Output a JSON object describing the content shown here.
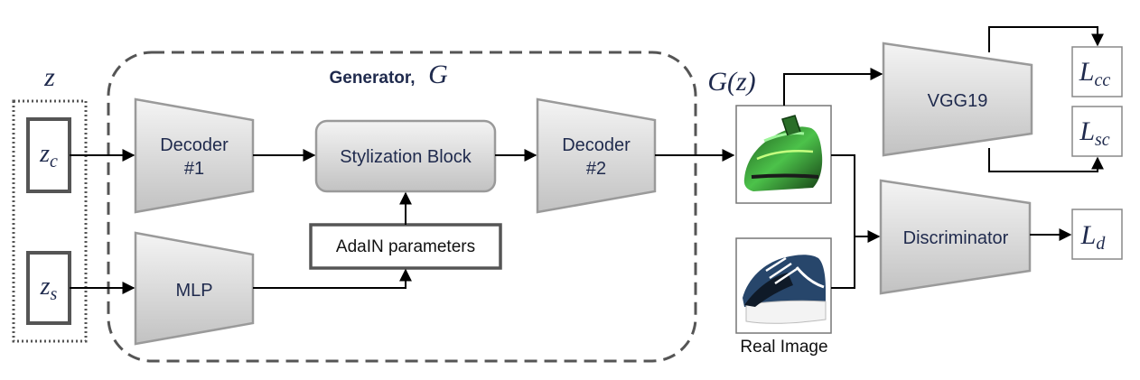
{
  "latent": {
    "z": "z",
    "zc_base": "z",
    "zc_sub": "c",
    "zs_base": "z",
    "zs_sub": "s"
  },
  "generator": {
    "title_bold": "Generator",
    "title_comma": ",",
    "title_symbol": "G"
  },
  "blocks": {
    "decoder1_line1": "Decoder",
    "decoder1_line2": "#1",
    "mlp": "MLP",
    "stylization": "Stylization Block",
    "adain": "AdaIN parameters",
    "decoder2_line1": "Decoder",
    "decoder2_line2": "#2",
    "vgg": "VGG19",
    "discriminator": "Discriminator"
  },
  "output": {
    "gz": "G(z)",
    "real_image_label": "Real Image"
  },
  "losses": {
    "lcc_base": "L",
    "lcc_sub": "cc",
    "lsc_base": "L",
    "lsc_sub": "sc",
    "ld_base": "L",
    "ld_sub": "d"
  },
  "colors": {
    "block_fill_top": "#f2f2f2",
    "block_fill_bottom": "#c4c4c4",
    "block_stroke": "#9a9a9a",
    "text": "#1f2a4d",
    "line": "#000000",
    "dashed": "#555555",
    "shoe_generated": "#3fae3a",
    "shoe_real": "#27466b"
  }
}
